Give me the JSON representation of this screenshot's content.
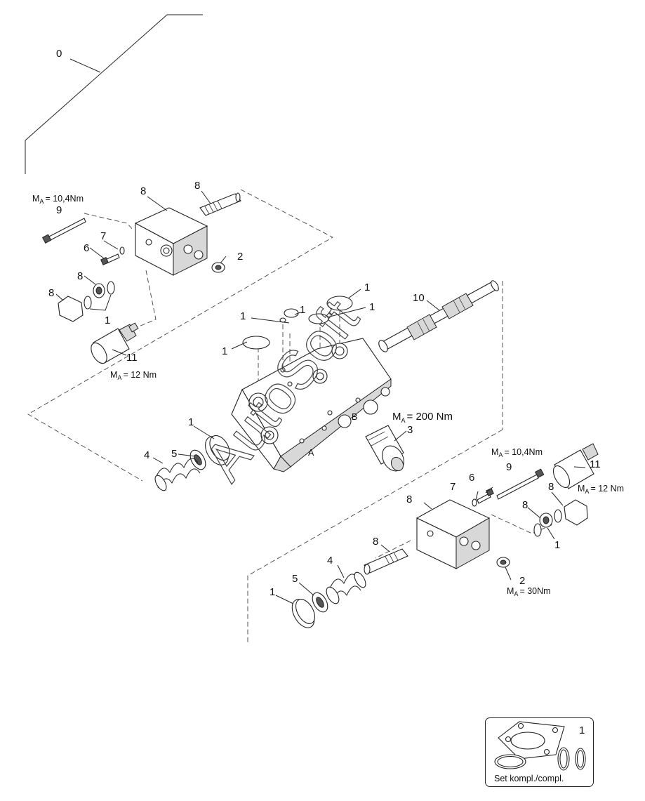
{
  "callouts": {
    "assembly": "0",
    "c1": "1",
    "c2": "2",
    "c3": "3",
    "c4": "4",
    "c5": "5",
    "c6": "6",
    "c7": "7",
    "c8": "8",
    "c9": "9",
    "c10": "10",
    "c11": "11"
  },
  "torque": {
    "m": "M",
    "sub": "A",
    "v_10_4": "= 10,4Nm",
    "v_12": "= 12 Nm",
    "v_200": "= 200 Nm",
    "v_30": "= 30Nm"
  },
  "port_labels": {
    "a": "A",
    "b": "B"
  },
  "watermark": "AutoSoft",
  "kit": {
    "number": "1",
    "caption": "Set kompl./compl."
  }
}
